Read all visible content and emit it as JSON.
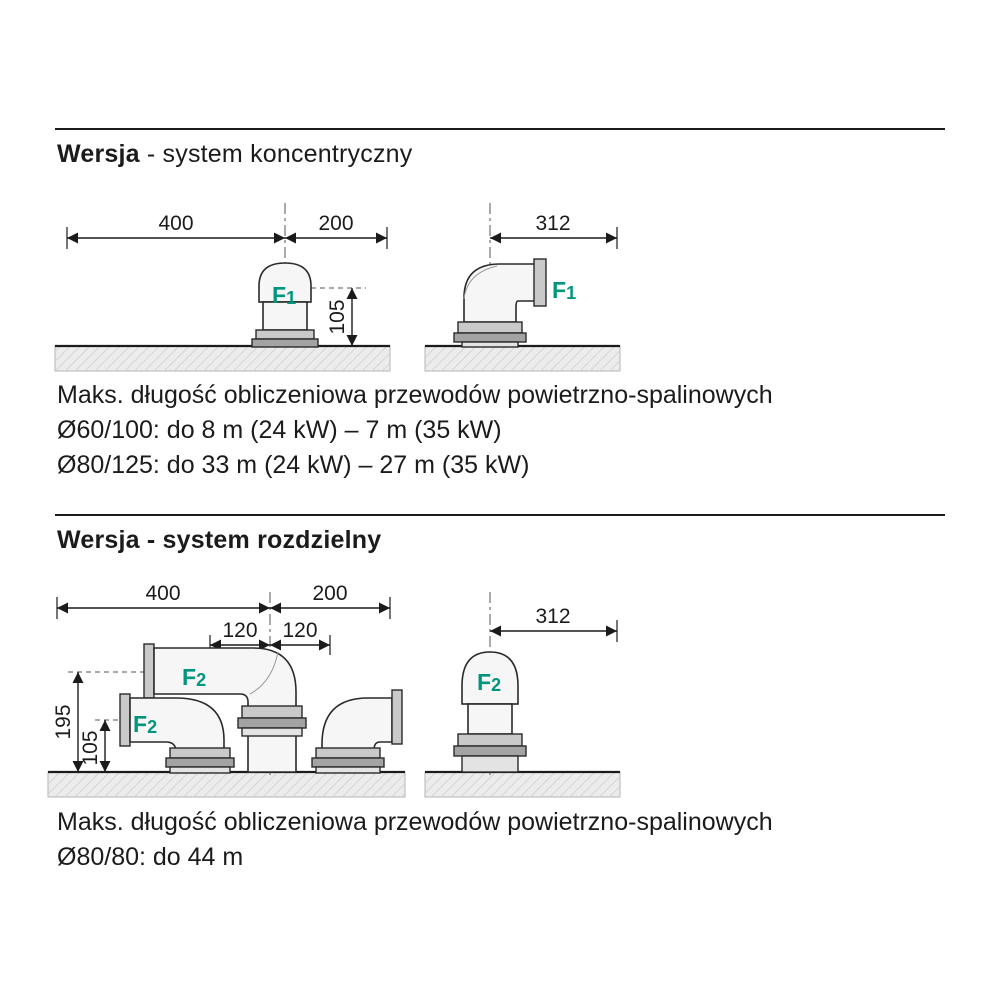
{
  "colors": {
    "accent_green": "#00957D",
    "text": "#1B1B1B",
    "line": "#1B1B1B",
    "slab_fill": "#ECECEC"
  },
  "section_concentric": {
    "heading": {
      "bold": "Wersja",
      "rest": " - system koncentryczny"
    },
    "dims": {
      "d400": "400",
      "d200": "200",
      "d105": "105",
      "d312": "312"
    },
    "flue_label": {
      "letter": "F",
      "index": "1"
    },
    "notes": {
      "line1": "Maks. długość obliczeniowa przewodów powietrzno-spalinowych",
      "line2": "Ø60/100: do 8 m (24 kW) – 7 m (35 kW)",
      "line3": "Ø80/125: do 33 m (24 kW) – 27 m (35 kW)"
    }
  },
  "section_separate": {
    "heading": {
      "bold": "Wersja - system rozdzielny",
      "rest": ""
    },
    "dims": {
      "d400": "400",
      "d200": "200",
      "d120_left": "120",
      "d120_right": "120",
      "d195": "195",
      "d105": "105",
      "d312": "312"
    },
    "flue_label": {
      "letter": "F",
      "index": "2"
    },
    "notes": {
      "line1": "Maks. długość obliczeniowa przewodów powietrzno-spalinowych",
      "line2": "Ø80/80: do 44 m"
    }
  }
}
